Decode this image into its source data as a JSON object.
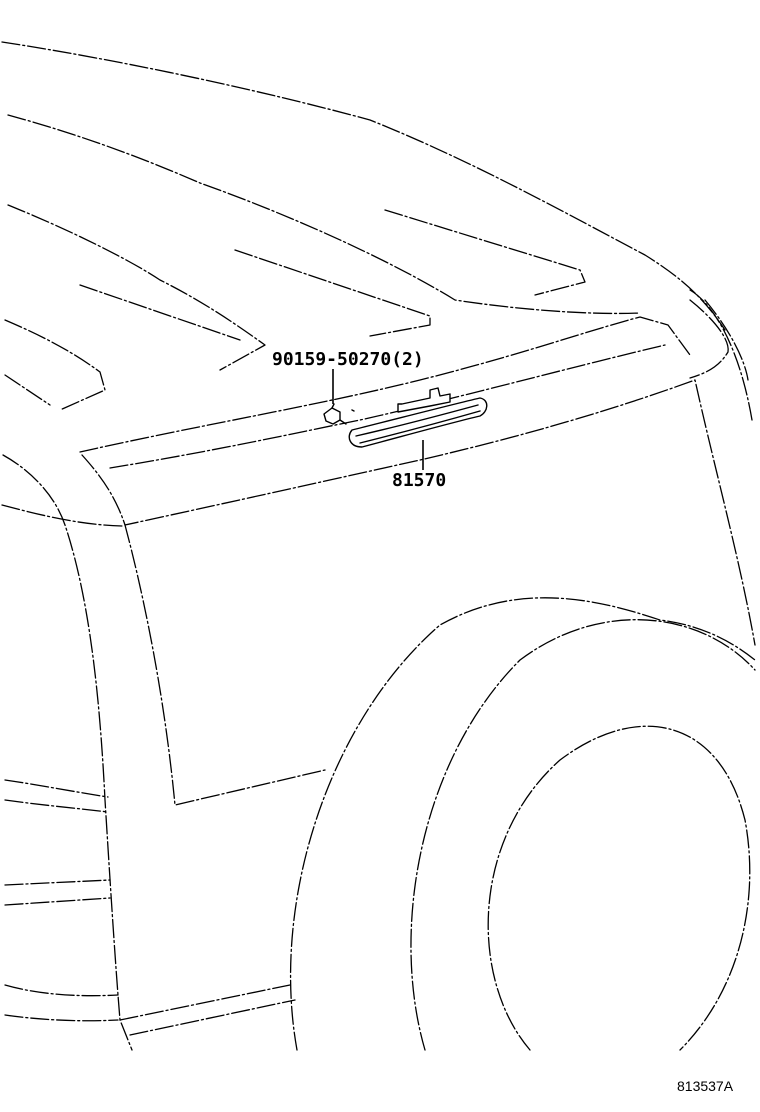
{
  "callouts": {
    "clip": "90159-50270(2)",
    "lamp": "81570"
  },
  "figure_number": "813537A"
}
